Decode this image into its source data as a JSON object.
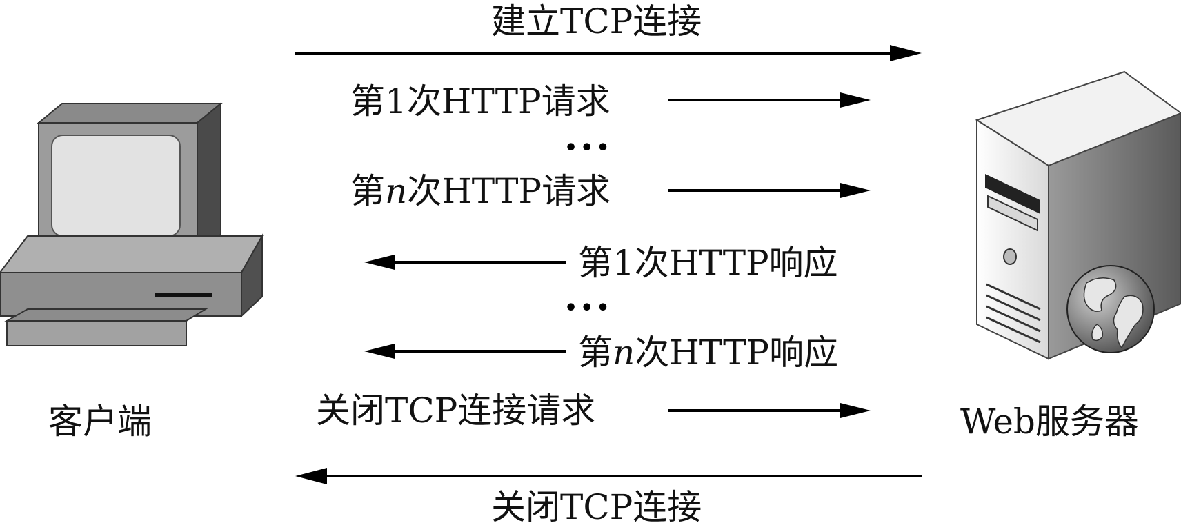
{
  "client": {
    "label": "客户端",
    "icon": "desktop-computer-icon"
  },
  "server": {
    "label": "Web服务器",
    "icon": "web-server-globe-icon"
  },
  "connect": {
    "label": "建立TCP连接",
    "direction": "client-to-server"
  },
  "requests": [
    {
      "prefix": "第",
      "index": "1",
      "suffix": "次HTTP请求",
      "direction": "client-to-server"
    },
    {
      "prefix": "第",
      "index": "n",
      "suffix": "次HTTP请求",
      "direction": "client-to-server"
    }
  ],
  "responses": [
    {
      "prefix": "第",
      "index": "1",
      "suffix": "次HTTP响应",
      "direction": "server-to-client"
    },
    {
      "prefix": "第",
      "index": "n",
      "suffix": "次HTTP响应",
      "direction": "server-to-client"
    }
  ],
  "ellipsis": "•••",
  "close_request": {
    "label": "关闭TCP连接请求",
    "direction": "client-to-server"
  },
  "close": {
    "label": "关闭TCP连接",
    "direction": "server-to-client"
  }
}
